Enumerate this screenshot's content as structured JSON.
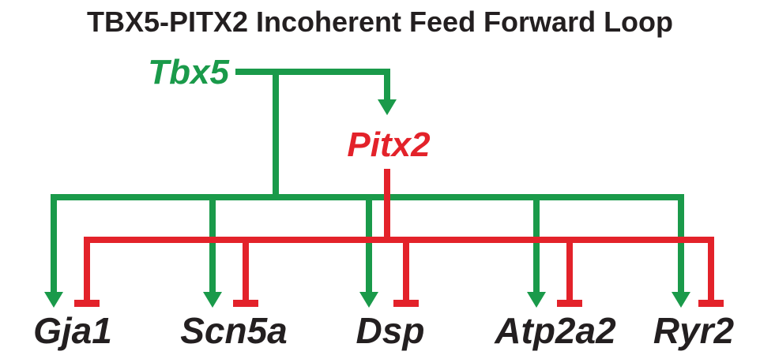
{
  "title": "TBX5-PITX2 Incoherent Feed Forward Loop",
  "regulators": {
    "tbx5": {
      "label": "Tbx5",
      "color": "#1a9a4a"
    },
    "pitx2": {
      "label": "Pitx2",
      "color": "#e3222a"
    }
  },
  "targets": [
    {
      "label": "Gja1"
    },
    {
      "label": "Scn5a"
    },
    {
      "label": "Dsp"
    },
    {
      "label": "Atp2a2"
    },
    {
      "label": "Ryr2"
    }
  ],
  "edges": [
    {
      "from": "Tbx5",
      "to": "Pitx2",
      "type": "activation"
    },
    {
      "from": "Tbx5",
      "to": "targets",
      "type": "activation"
    },
    {
      "from": "Pitx2",
      "to": "targets",
      "type": "repression"
    }
  ],
  "colors": {
    "text": "#231f20",
    "activation": "#1a9a4a",
    "repression": "#e3222a"
  }
}
